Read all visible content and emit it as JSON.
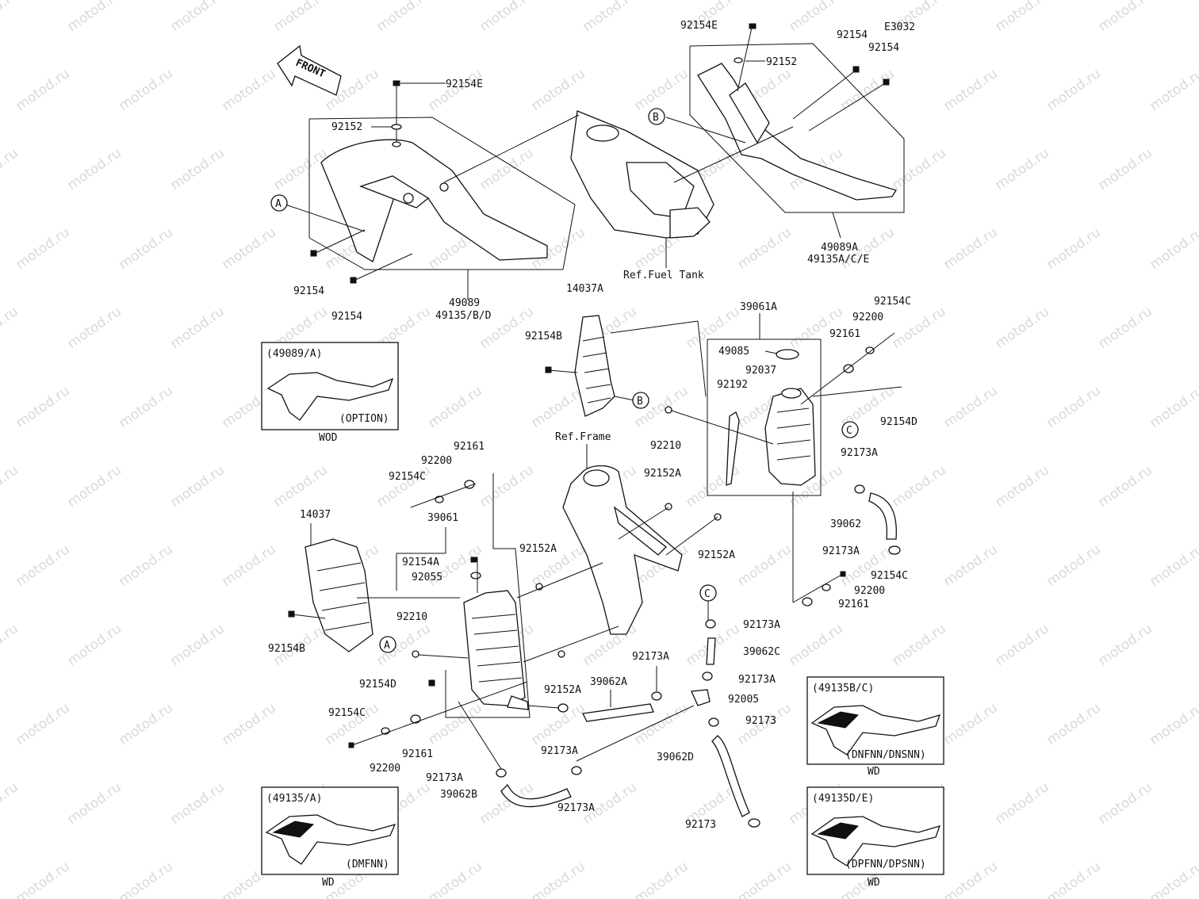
{
  "diagram_code": "E3032",
  "watermark": "motod.ru",
  "front_arrow": "FRONT",
  "refs": {
    "fuel_tank": "Ref.Fuel Tank",
    "frame": "Ref.Frame"
  },
  "callouts": {
    "A": "A",
    "B": "B",
    "C": "C"
  },
  "labels": {
    "l_92154E_top": "92154E",
    "l_92152_top": "92152",
    "l_92154_r1": "92154",
    "l_92154_r2": "92154",
    "l_92154E_left": "92154E",
    "l_92152_left": "92152",
    "l_92154_ll": "92154",
    "l_92154_lb": "92154",
    "l_49089": "49089",
    "l_49135BD": "49135/B/D",
    "l_49089A": "49089A",
    "l_49135ACE": "49135A/C/E",
    "l_14037A": "14037A",
    "l_92154B_top": "92154B",
    "l_39061A": "39061A",
    "l_49085": "49085",
    "l_92037": "92037",
    "l_92192": "92192",
    "l_92210_r": "92210",
    "l_92161_r": "92161",
    "l_92200_r": "92200",
    "l_92154C_r": "92154C",
    "l_92154D_r": "92154D",
    "l_92173A_r": "92173A",
    "l_39062": "39062",
    "l_92173A_r2": "92173A",
    "l_92154C_r2": "92154C",
    "l_92200_r2": "92200",
    "l_92161_r2": "92161",
    "l_92152A_1": "92152A",
    "l_92152A_2": "92152A",
    "l_92161_l": "92161",
    "l_92200_l": "92200",
    "l_92154C_l": "92154C",
    "l_39061": "39061",
    "l_14037": "14037",
    "l_92154A": "92154A",
    "l_92055": "92055",
    "l_92152A_3": "92152A",
    "l_92210_l": "92210",
    "l_92154B_l": "92154B",
    "l_92154D_l": "92154D",
    "l_92152A_4": "92152A",
    "l_39062A": "39062A",
    "l_92173A_c1": "92173A",
    "l_92173A_c2": "92173A",
    "l_92154C_b": "92154C",
    "l_92161_b": "92161",
    "l_92200_b": "92200",
    "l_92173A_b1": "92173A",
    "l_39062B": "39062B",
    "l_92173A_b2": "92173A",
    "l_92173A_m1": "92173A",
    "l_39062C": "39062C",
    "l_92173A_m2": "92173A",
    "l_92005": "92005",
    "l_92173_m": "92173",
    "l_39062D": "39062D",
    "l_92173_b": "92173"
  },
  "insets": {
    "wod": {
      "code": "(49089/A)",
      "option": "(OPTION)",
      "caption": "WOD"
    },
    "dmfnn": {
      "code": "(49135/A)",
      "option": "(DMFNN)",
      "caption": "WD"
    },
    "dnfnn": {
      "code": "(49135B/C)",
      "option": "(DNFNN/DNSNN)",
      "caption": "WD"
    },
    "dpfnn": {
      "code": "(49135D/E)",
      "option": "(DPFNN/DPSNN)",
      "caption": "WD"
    }
  }
}
